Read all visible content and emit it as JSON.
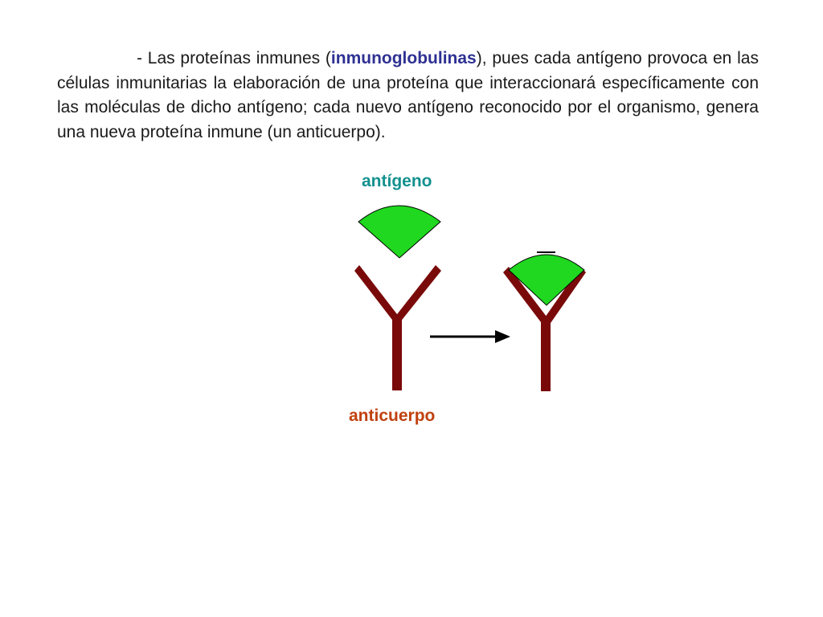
{
  "paragraph": {
    "prefix": "- Las proteínas inmunes (",
    "highlight": "inmunoglobulinas",
    "suffix": "),  pues cada antígeno provoca en las células inmunitarias la elaboración de una proteína que interaccionará específicamente con las moléculas de dicho antígeno; cada nuevo antígeno reconocido por el organismo, genera una nueva proteína inmune (un anticuerpo)."
  },
  "labels": {
    "antigen": "antígeno",
    "antibody": "anticuerpo"
  },
  "colors": {
    "text": "#1a1a1a",
    "highlight": "#2e3192",
    "antigen_label": "#14918f",
    "antibody_label": "#c0410f",
    "antigen_fill": "#1fd81f",
    "antibody_fill": "#7a0a0a",
    "arrow": "#000000"
  }
}
